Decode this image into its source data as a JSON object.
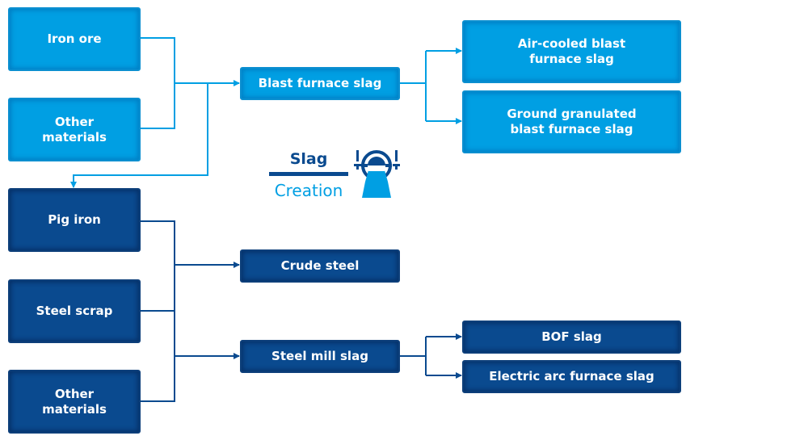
{
  "colors": {
    "light_blue": "#009fe3",
    "dark_blue": "#0a4a8f",
    "background": "#ffffff"
  },
  "blast_furnace_inputs": [
    {
      "label": "Iron ore"
    },
    {
      "label": "Other materials"
    }
  ],
  "blast_furnace_product": {
    "label": "Blast furnace slag"
  },
  "blast_furnace_slag_types": [
    {
      "label": "Air-cooled blast furnace slag"
    },
    {
      "label": "Ground granulated blast furnace slag"
    }
  ],
  "steel_inputs": [
    {
      "label": "Pig iron"
    },
    {
      "label": "Steel scrap"
    },
    {
      "label": "Other materials"
    }
  ],
  "steel_products": [
    {
      "label": "Crude steel"
    },
    {
      "label": "Steel mill slag"
    }
  ],
  "steel_slag_types": [
    {
      "label": "BOF slag"
    },
    {
      "label": "Electric arc furnace slag"
    }
  ],
  "legend": {
    "title": "Slag",
    "subtitle": "Creation",
    "icon": "ladle-icon"
  }
}
